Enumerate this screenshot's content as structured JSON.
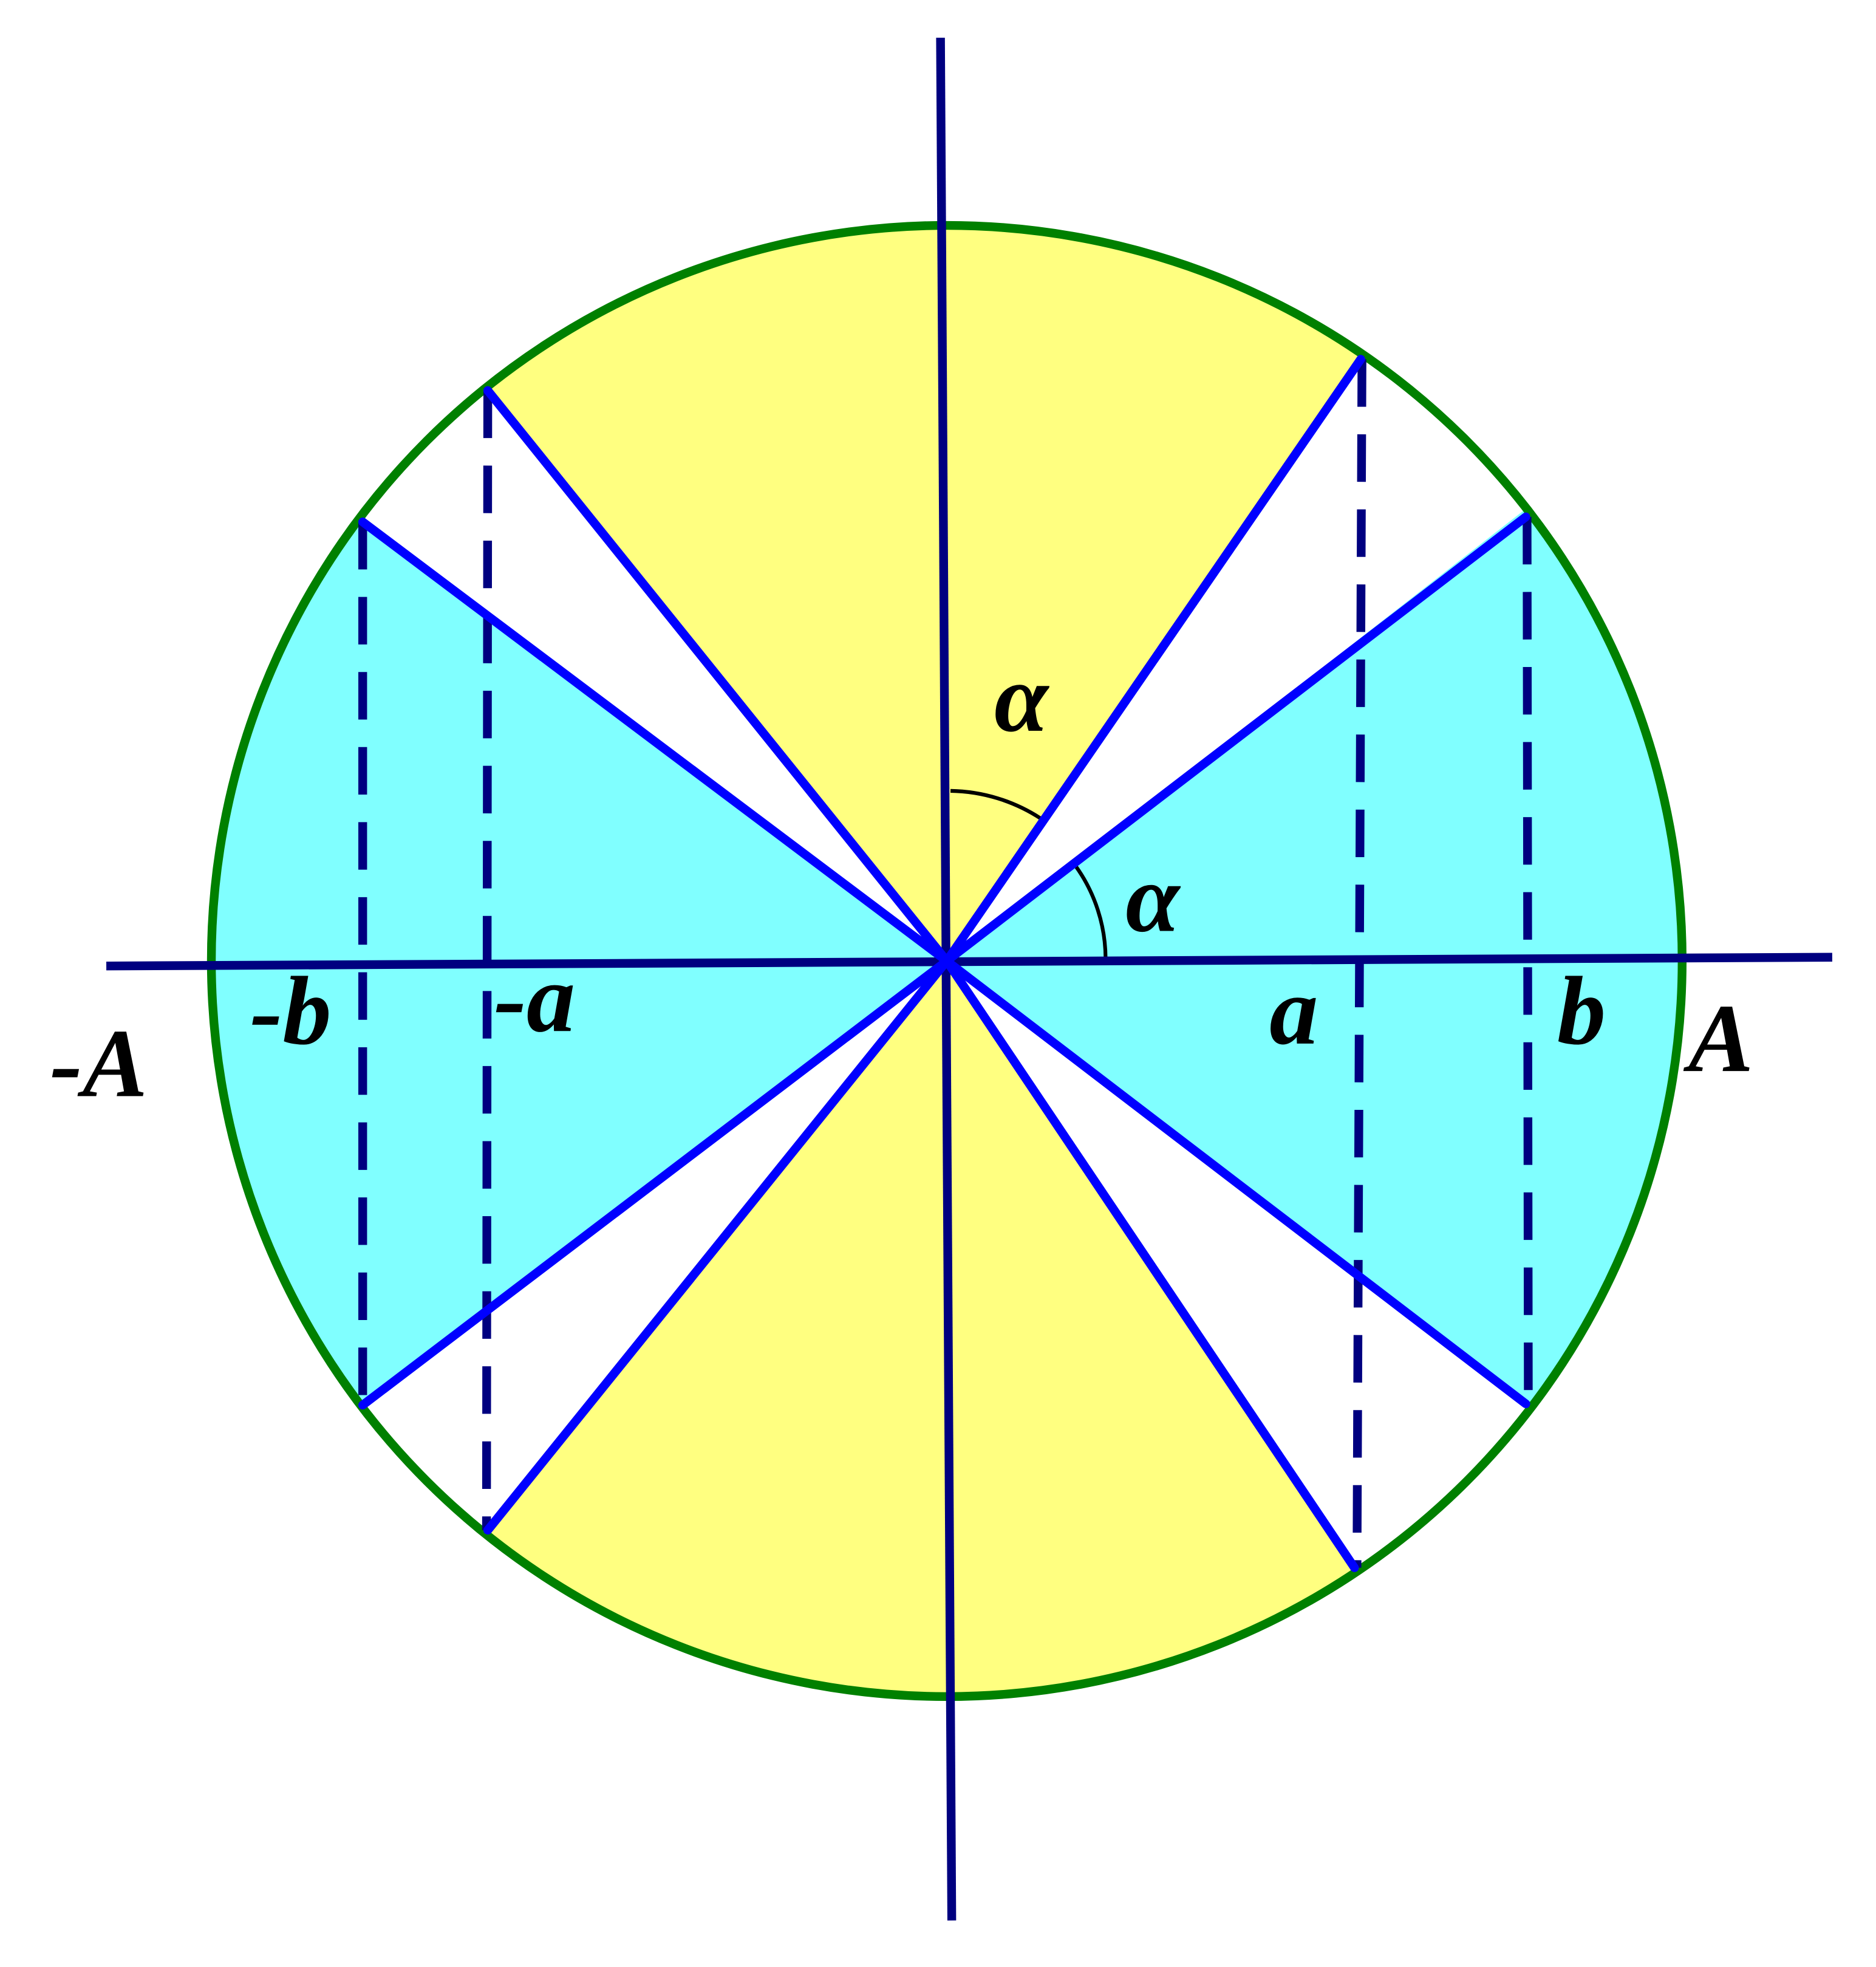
{
  "labels": {
    "neg_A": "-A",
    "neg_b": "-b",
    "neg_a": "-a",
    "a": "a",
    "b": "b",
    "A": "A",
    "alpha_top": "α",
    "alpha_right": "α"
  },
  "colors": {
    "circle": "#008000",
    "rays": "#0000ff",
    "axes": "#000080",
    "yellow_fill": "#ffff80",
    "cyan_fill": "#80ffff"
  }
}
